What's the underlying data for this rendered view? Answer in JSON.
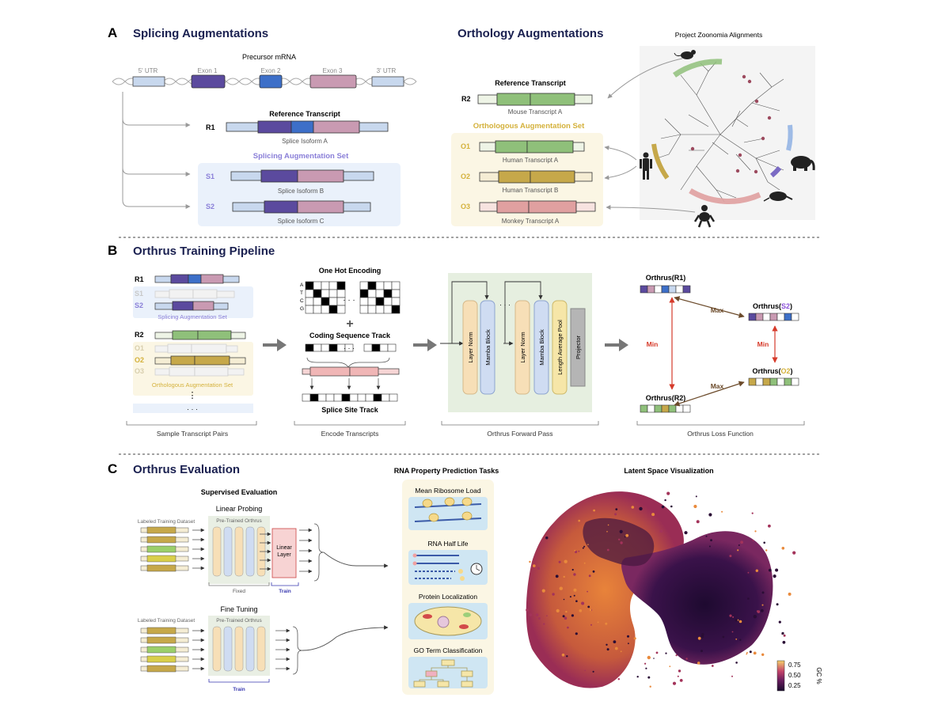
{
  "panelA": {
    "letter": "A",
    "splicing_title": "Splicing Augmentations",
    "orthology_title": "Orthology Augmentations",
    "precursor_label": "Precursor mRNA",
    "regions": [
      "5' UTR",
      "Exon 1",
      "Exon 2",
      "Exon 3",
      "3' UTR"
    ],
    "reference_title": "Reference Transcript",
    "R1": {
      "id": "R1",
      "caption": "Splice Isoform A"
    },
    "splicing_set_title": "Splicing Augmentation Set",
    "S1": {
      "id": "S1",
      "caption": "Splice Isoform B"
    },
    "S2": {
      "id": "S2",
      "caption": "Splice Isoform C"
    },
    "R2": {
      "id": "R2",
      "caption": "Mouse Transcript A"
    },
    "orthologous_set_title": "Orthologous Augmentation Set",
    "O1": {
      "id": "O1",
      "caption": "Human Transcript A"
    },
    "O2": {
      "id": "O2",
      "caption": "Human Transcript B"
    },
    "O3": {
      "id": "O3",
      "caption": "Monkey Transcript A"
    },
    "zoonomia_title": "Project Zoonomia Alignments"
  },
  "panelB": {
    "letter": "B",
    "title": "Orthrus Training Pipeline",
    "rows": [
      "R1",
      "S1",
      "S2",
      "R2",
      "O1",
      "O2",
      "O3"
    ],
    "splicing_set_caption": "Splicing Augmentation Set",
    "orthologous_set_caption": "Orthologous Augmentation Set",
    "ellipsis_v": "⋮",
    "ellipsis": "· · ·",
    "one_hot_title": "One Hot Encoding",
    "bases": [
      "A",
      "T",
      "C",
      "G"
    ],
    "plus": "+",
    "cds_title": "Coding Sequence Track",
    "splice_title": "Splice Site Track",
    "blocks": [
      "Layer Norm",
      "Mamba Block",
      "Layer Norm",
      "Mamba Block",
      "Length Average Pool",
      "Projector"
    ],
    "loss": {
      "r1": "Orthrus(R1)",
      "s2_prefix": "Orthrus(",
      "s2_id": "S2",
      "s2_suffix": ")",
      "r2": "Orthrus(R2)",
      "o2_prefix": "Orthrus(",
      "o2_id": "O2",
      "o2_suffix": ")",
      "max": "Max",
      "min": "Min"
    },
    "stage_labels": [
      "Sample Transcript Pairs",
      "Encode Transcripts",
      "Orthrus Forward Pass",
      "Orthrus Loss Function"
    ]
  },
  "panelC": {
    "letter": "C",
    "title": "Orthrus Evaluation",
    "supervised_title": "Supervised Evaluation",
    "linear_probing": "Linear Probing",
    "fine_tuning": "Fine Tuning",
    "labeled_dataset": "Labeled Training Dataset",
    "pretrained": "Pre-Trained Orthrus",
    "linear_layer": [
      "Linear",
      "Layer"
    ],
    "fixed": "Fixed",
    "train": "Train",
    "tasks_title": "RNA Property Prediction Tasks",
    "tasks": [
      "Mean Ribosome Load",
      "RNA Half Life",
      "Protein Localization",
      "GO Term Classification"
    ],
    "latent_title": "Latent Space Visualization",
    "colorbar": {
      "label": "GC %",
      "ticks": [
        "0.75",
        "0.50",
        "0.25"
      ]
    }
  },
  "colors": {
    "exon1": "#5b4a9e",
    "exon2": "#3d6fc8",
    "exon3": "#c99ab2",
    "utr": "#c8d8ee",
    "mouse": "#8fc07a",
    "human": "#c6a84a",
    "monkey": "#e0a0a0",
    "splicing_accent": "#8a7fd8",
    "orthology_accent": "#d4b13b",
    "layernorm": "#f7dfb7",
    "mamba": "#cfdcf2",
    "pool": "#f6e6a8",
    "projector": "#b5b5b5",
    "min_arrow": "#d63a2a",
    "max_arrow": "#6b4a2a"
  }
}
